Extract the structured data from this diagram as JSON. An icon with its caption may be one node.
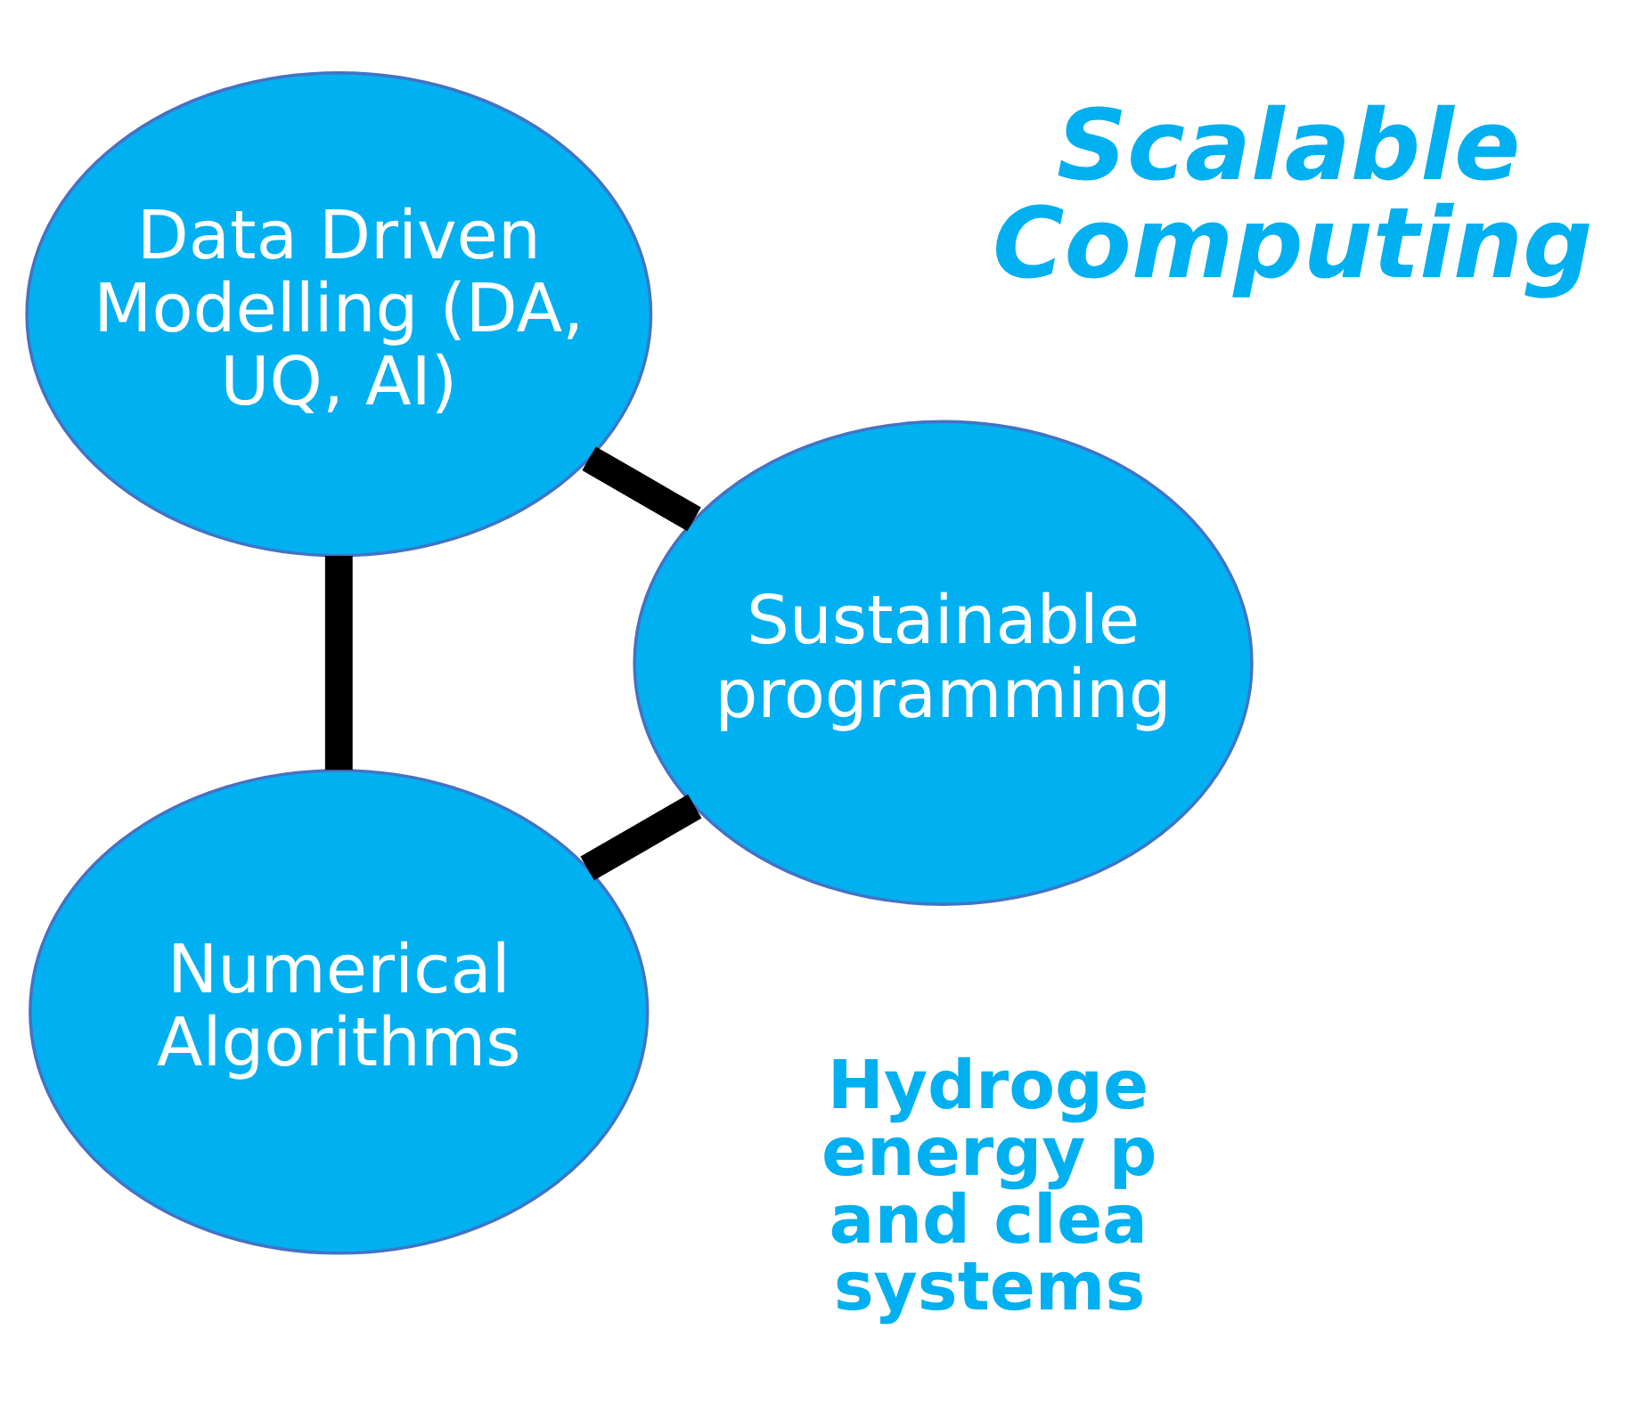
{
  "diagram": {
    "nodes": [
      {
        "text": [
          "Numerical Algorithms"
        ]
      },
      {
        "text": [
          "Sustainable programming"
        ]
      },
      {
        "text": [
          "Data Driven Modelling (DA, UQ, AI)"
        ]
      }
    ],
    "edges": [
      {
        "from": 0,
        "to": 2,
        "arrow": "none"
      },
      {
        "from": 2,
        "to": 1,
        "arrow": "none"
      },
      {
        "from": 1,
        "to": 0,
        "arrow": "none"
      }
    ],
    "labels": [
      "Hydroge energy p and clea systems",
      "Scalable Computing"
    ]
  }
}
